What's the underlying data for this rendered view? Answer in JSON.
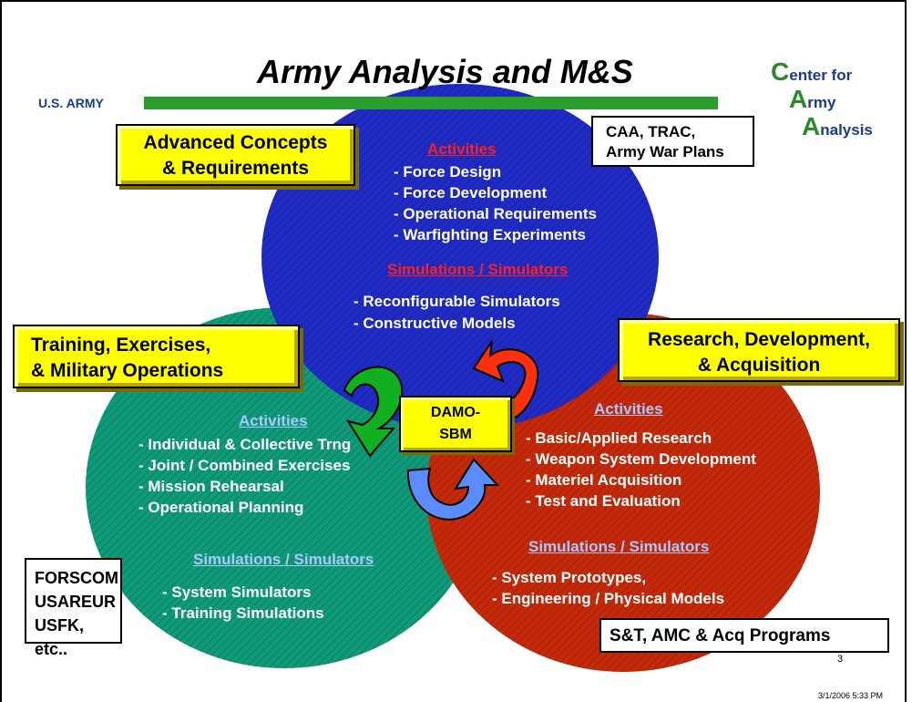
{
  "title": "Army Analysis and M&S",
  "us_army_label": "U.S. ARMY",
  "logo": {
    "line1_initial": "C",
    "line1_rest": "enter for",
    "line2_initial": "A",
    "line2_rest": "rmy",
    "line3_initial": "A",
    "line3_rest": "nalysis"
  },
  "top_circle": {
    "box_title_line1": "Advanced Concepts",
    "box_title_line2": "& Requirements",
    "org_line1": "CAA, TRAC,",
    "org_line2": "Army War Plans",
    "activities_header": "Activities",
    "activities": [
      "- Force Design",
      "- Force Development",
      "- Operational Requirements",
      "- Warfighting Experiments"
    ],
    "sims_header": "Simulations / Simulators",
    "sims": [
      "- Reconfigurable Simulators",
      "- Constructive Models"
    ]
  },
  "left_circle": {
    "box_title_line1": "Training, Exercises,",
    "box_title_line2": "& Military Operations",
    "org_lines": [
      "FORSCOM",
      "USAREUR",
      "USFK, etc.."
    ],
    "activities_header": "Activities",
    "activities": [
      "- Individual & Collective Trng",
      "- Joint / Combined Exercises",
      "- Mission Rehearsal",
      "- Operational Planning"
    ],
    "sims_header": "Simulations / Simulators",
    "sims": [
      "- System Simulators",
      "- Training Simulations"
    ]
  },
  "right_circle": {
    "box_title_line1": "Research, Development,",
    "box_title_line2": "& Acquisition",
    "org": "S&T, AMC & Acq Programs",
    "activities_header": "Activities",
    "activities": [
      "- Basic/Applied Research",
      "- Weapon System Development",
      "- Materiel Acquisition",
      "- Test and Evaluation"
    ],
    "sims_header": "Simulations / Simulators",
    "sims": [
      "- System Prototypes,",
      "- Engineering / Physical Models"
    ]
  },
  "center_box": {
    "line1": "DAMO-",
    "line2": "SBM"
  },
  "page_number": "3",
  "footer_date": "3/1/2006 5:33 PM",
  "colors": {
    "top_circle": "#1f2bc4",
    "left_circle": "#0f9a78",
    "right_circle": "#c42a0a",
    "title_bar": "#2a9e30"
  }
}
